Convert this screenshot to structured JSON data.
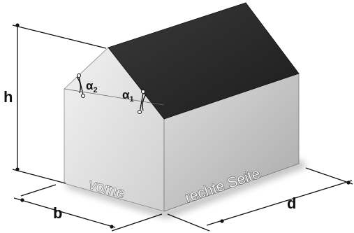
{
  "dimensions": {
    "height_label": "h",
    "width_label": "b",
    "depth_label": "d"
  },
  "angles": {
    "alpha2": {
      "symbol": "α",
      "index": "2"
    },
    "alpha1": {
      "symbol": "α",
      "index": "1"
    }
  },
  "faces": {
    "front_label": "vorne",
    "right_label": "rechte Seite"
  },
  "colors": {
    "roof": "#2a2a2a",
    "front_wall": "#e4e4e4",
    "side_wall": "#c9c9c9",
    "dimension_lines": "#111111"
  }
}
